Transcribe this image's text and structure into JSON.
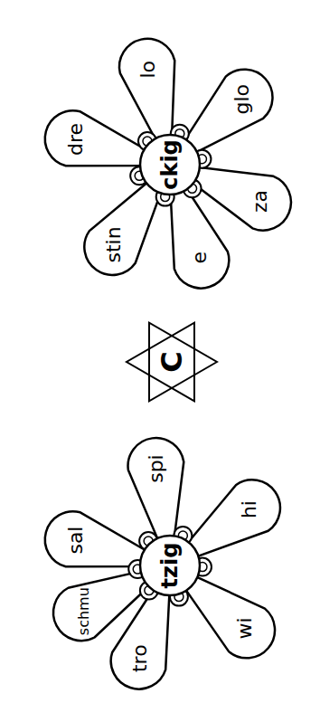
{
  "diagram": {
    "nodes": [
      {
        "text": [
          "ckig"
        ]
      },
      {
        "text": [
          "dre"
        ]
      },
      {
        "text": [
          "lo"
        ]
      },
      {
        "text": [
          "glo"
        ]
      },
      {
        "text": [
          "za"
        ]
      },
      {
        "text": [
          "e"
        ]
      },
      {
        "text": [
          "stin"
        ]
      },
      {
        "text": [
          "C"
        ]
      },
      {
        "text": [
          "tzig"
        ]
      },
      {
        "text": [
          "sal"
        ]
      },
      {
        "text": [
          "spi"
        ]
      },
      {
        "text": [
          "hi"
        ]
      },
      {
        "text": [
          "wi"
        ]
      },
      {
        "text": [
          "tro"
        ]
      },
      {
        "text": [
          "schmu"
        ]
      }
    ]
  }
}
